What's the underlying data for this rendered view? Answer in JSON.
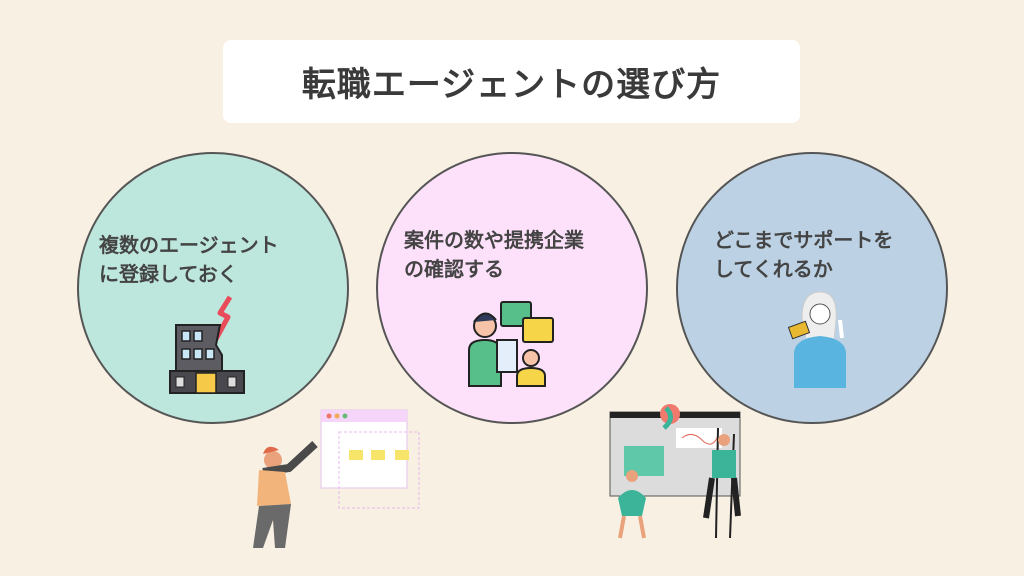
{
  "title": "転職エージェントの選び方",
  "points": [
    {
      "line1": "複数のエージェント",
      "line2": "に登録しておく",
      "icon": "damaged-building-icon"
    },
    {
      "line1": "案件の数や提携企業",
      "line2": "の確認する",
      "icon": "consultation-icon"
    },
    {
      "line1": "どこまでサポートを",
      "line2": "してくれるか",
      "icon": "supporter-woman-icon"
    }
  ],
  "colors": {
    "background": "#f8f0e2",
    "circle1": "#bde6dc",
    "circle2": "#fde0fa",
    "circle3": "#bcd2e4"
  }
}
